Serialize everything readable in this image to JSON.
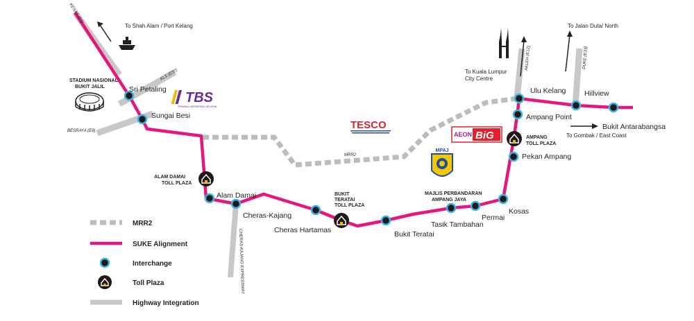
{
  "colors": {
    "suke": "#e5177e",
    "mrr2": "#bcbcbc",
    "highway": "#c8c8c8",
    "interchange_fill": "#1f1a17",
    "interchange_ring": "#3cb4e6",
    "tesco_red": "#d9232e",
    "tesco_blue": "#1c4ea1",
    "aeon_purple": "#a3228d",
    "big_red": "#e3202b",
    "tbs_purple": "#6a2c91",
    "tbs_gold": "#f7b500"
  },
  "directions": {
    "shah_alam": "To Shah Alam / Port Kelang",
    "jalan_duta": "To Jalan Duta/ North",
    "klcc": [
      "To Kuala Lumpur",
      "City Centre"
    ],
    "gombak": "To Gombak / East Coast",
    "bukit_antarabangsa": "Bukit Antarabangsa"
  },
  "roads": {
    "kesas": "KESAS (E5)",
    "kl_s": "KLS (E37)",
    "besraya": "BESRAYA (E9)",
    "mrr2": "MRR2",
    "akleh": "AKLEH (E12)",
    "duke": "DUKE (E33)",
    "cheras_kajang": "CHERAS-KAJANG EXPRESSWAY"
  },
  "interchanges": {
    "sri_petaling": "Sri Petaling",
    "sungai_besi": "Sungai Besi",
    "alam_damai": "Alam Damai",
    "cheras_kajang": "Cheras-Kajang",
    "cheras_hartamas": "Cheras Hartamas",
    "bukit_teratai": "Bukit Teratai",
    "tasik_tambahan": "Tasik Tambahan",
    "permai": "Permai",
    "kosas": "Kosas",
    "pekan_ampang": "Pekan Ampang",
    "ampang_point": "Ampang Point",
    "ulu_kelang": "Ulu Kelang",
    "hillview": "Hillview"
  },
  "tolls": {
    "alam_damai": [
      "ALAM DAMAI",
      "TOLL PLAZA"
    ],
    "bukit_teratai": [
      "BUKIT",
      "TERATAI",
      "TOLL PLAZA"
    ],
    "ampang": [
      "AMPANG",
      "TOLL PLAZA"
    ]
  },
  "landmarks": {
    "stadium": [
      "STADIUM NASIONAL",
      "BUKIT JALIL"
    ],
    "tbs": "TBS",
    "tbs_sub": "TERMINAL BERSEPADU SELATAN",
    "tesco": "TESCO",
    "aeon": "AEON",
    "big": "BiG",
    "mpaj": [
      "MAJLIS PERBANDARAN",
      "AMPANG JAYA"
    ],
    "mpaj_badge": "MPAJ"
  },
  "legend": {
    "mrr2": "MRR2",
    "suke": "SUKE Alignment",
    "interchange": "Interchange",
    "toll": "Toll Plaza",
    "highway": "Highway Integration"
  }
}
